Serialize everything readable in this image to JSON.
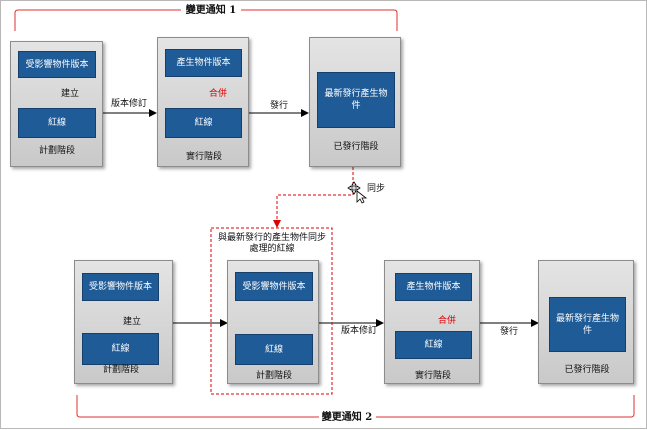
{
  "top": {
    "title": "變更通知 1",
    "plan_phase": {
      "affected": "受影響物件版本",
      "redline": "紅線",
      "create": "建立",
      "caption": "計劃階段"
    },
    "revise": "版本修訂",
    "exec_phase": {
      "produced": "產生物件版本",
      "redline": "紅線",
      "merge": "合併",
      "caption": "實行階段"
    },
    "release": "發行",
    "released_phase": {
      "latest": "最新發行產生物件",
      "caption": "已發行階段"
    }
  },
  "sync": "同步",
  "bottom": {
    "title": "變更通知 2",
    "plan_phase": {
      "affected": "受影響物件版本",
      "redline": "紅線",
      "create": "建立",
      "caption": "計劃階段"
    },
    "group_label": "與最新發行的產生物件同步處理的紅線",
    "plan2_phase": {
      "affected": "受影響物件版本",
      "redline": "紅線",
      "caption": "計劃階段"
    },
    "revise": "版本修訂",
    "exec_phase": {
      "produced": "產生物件版本",
      "redline": "紅線",
      "merge": "合併",
      "caption": "實行階段"
    },
    "release": "發行",
    "released_phase": {
      "latest": "最新發行產生物件",
      "caption": "已發行階段"
    }
  },
  "colors": {
    "box": "#1f5b96",
    "accent": "#e00000",
    "phase": "#d6d6d6"
  },
  "icons": [
    "move-cursor-icon"
  ]
}
